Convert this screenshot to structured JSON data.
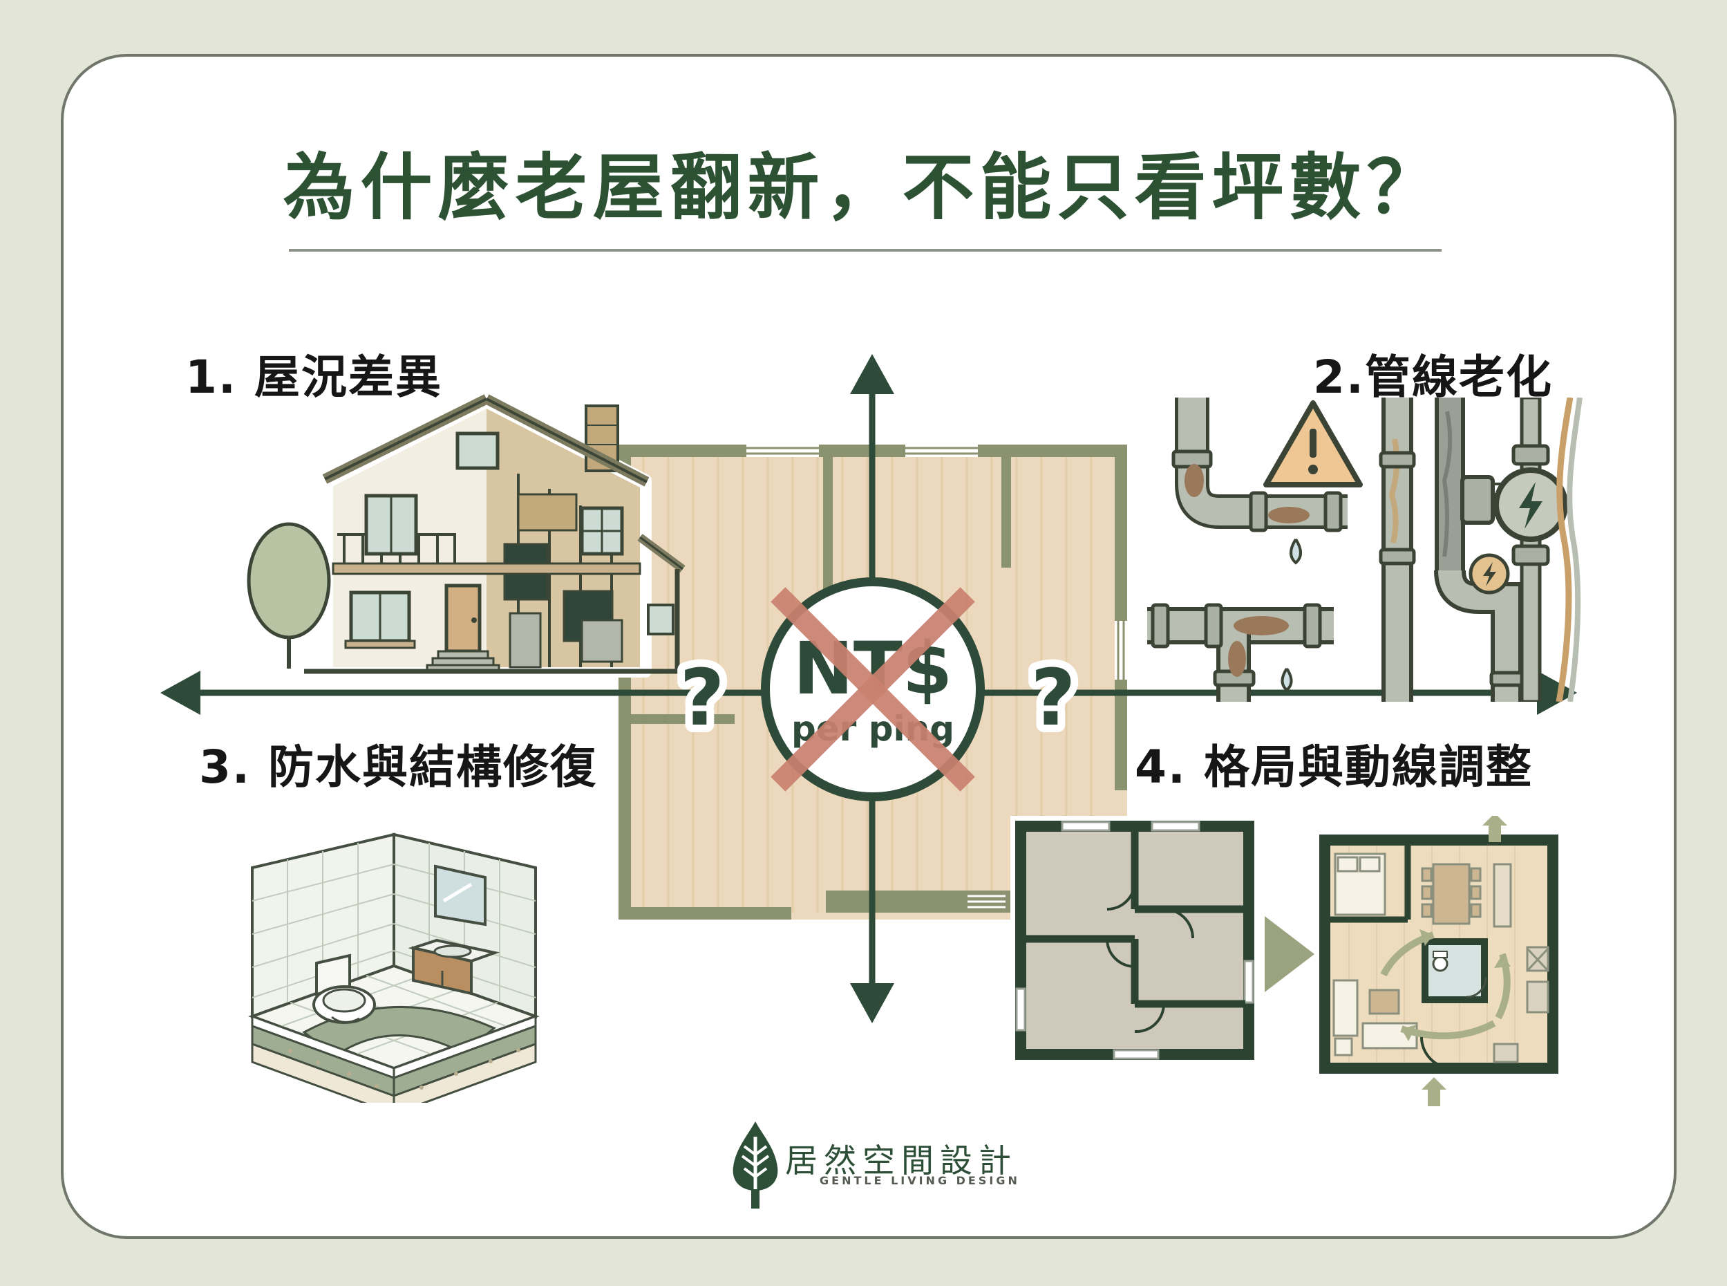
{
  "page": {
    "background": "#e3e6d7",
    "card_background": "#ffffff",
    "card_border": "#70766a"
  },
  "title": {
    "text": "為什麼老屋翻新，不能只看坪數？",
    "color": "#2d5233"
  },
  "sections": [
    {
      "id": 1,
      "label": "1. 屋況差異"
    },
    {
      "id": 2,
      "label": "2.管線老化"
    },
    {
      "id": 3,
      "label": "3. 防水與結構修復"
    },
    {
      "id": 4,
      "label": "4. 格局與動線調整"
    }
  ],
  "center_badge": {
    "currency": "NT$",
    "unit": "per ping",
    "crossed_out": true,
    "ring_color": "#2e4a38",
    "cross_color": "#c9806f"
  },
  "axes": {
    "arrow_color": "#2e4a38",
    "question_left": "?",
    "question_right": "?"
  },
  "illustrations": {
    "house": "old-house-half-renovated",
    "pipes": "aging-pipes-leak-and-wiring",
    "bathroom": "bathroom-waterproofing-layer-cutaway",
    "floorplans": "closed-layout-to-open-layout-flow",
    "floorplan_background": "apartment-floorplan"
  },
  "footer": {
    "brand": "居然空間設計",
    "tagline": "GENTLE LIVING DESIGN",
    "logo_color": "#2d4f37"
  }
}
